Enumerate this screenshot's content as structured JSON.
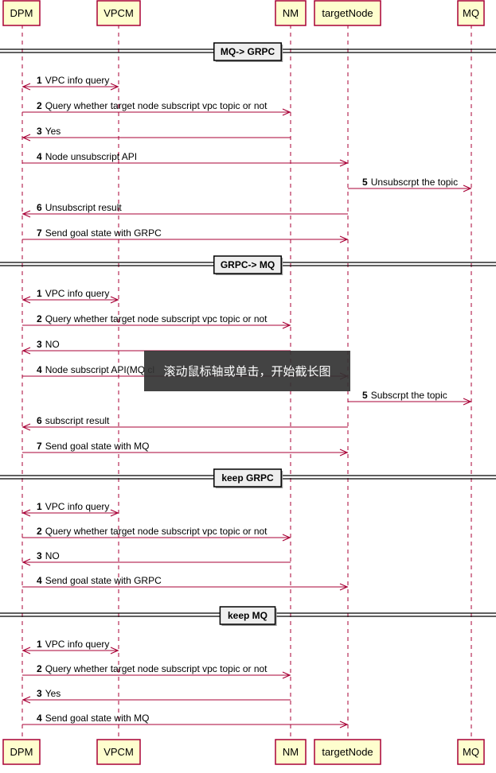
{
  "participants": [
    {
      "id": "DPM",
      "label": "DPM"
    },
    {
      "id": "VPCM",
      "label": "VPCM"
    },
    {
      "id": "NM",
      "label": "NM"
    },
    {
      "id": "targetNode",
      "label": "targetNode"
    },
    {
      "id": "MQ",
      "label": "MQ"
    }
  ],
  "groups": [
    {
      "title": "MQ-> GRPC",
      "messages": [
        {
          "num": "1",
          "text": "VPC info query",
          "from": "DPM",
          "to": "VPCM",
          "both": true
        },
        {
          "num": "2",
          "text": "Query whether target node subscript vpc topic or not",
          "from": "DPM",
          "to": "NM"
        },
        {
          "num": "3",
          "text": "Yes",
          "from": "NM",
          "to": "DPM"
        },
        {
          "num": "4",
          "text": "Node unsubscript API",
          "from": "DPM",
          "to": "targetNode"
        },
        {
          "num": "5",
          "text": "Unsubscrpt the topic",
          "from": "targetNode",
          "to": "MQ"
        },
        {
          "num": "6",
          "text": "Unsubscript result",
          "from": "targetNode",
          "to": "DPM"
        },
        {
          "num": "7",
          "text": "Send goal state with GRPC",
          "from": "DPM",
          "to": "targetNode"
        }
      ]
    },
    {
      "title": "GRPC-> MQ",
      "messages": [
        {
          "num": "1",
          "text": "VPC info query",
          "from": "DPM",
          "to": "VPCM",
          "both": true
        },
        {
          "num": "2",
          "text": "Query whether target node subscript vpc topic or not",
          "from": "DPM",
          "to": "NM"
        },
        {
          "num": "3",
          "text": "NO",
          "from": "NM",
          "to": "DPM"
        },
        {
          "num": "4",
          "text": "Node subscript API(MQ cl",
          "from": "DPM",
          "to": "targetNode"
        },
        {
          "num": "5",
          "text": "Subscrpt the topic",
          "from": "targetNode",
          "to": "MQ"
        },
        {
          "num": "6",
          "text": "subscript result",
          "from": "targetNode",
          "to": "DPM"
        },
        {
          "num": "7",
          "text": "Send goal state with MQ",
          "from": "DPM",
          "to": "targetNode"
        }
      ]
    },
    {
      "title": "keep GRPC",
      "messages": [
        {
          "num": "1",
          "text": "VPC info query",
          "from": "DPM",
          "to": "VPCM",
          "both": true
        },
        {
          "num": "2",
          "text": "Query whether target node subscript vpc topic or not",
          "from": "DPM",
          "to": "NM"
        },
        {
          "num": "3",
          "text": "NO",
          "from": "NM",
          "to": "DPM"
        },
        {
          "num": "4",
          "text": "Send goal state with GRPC",
          "from": "DPM",
          "to": "targetNode"
        }
      ]
    },
    {
      "title": "keep MQ",
      "messages": [
        {
          "num": "1",
          "text": "VPC info query",
          "from": "DPM",
          "to": "VPCM",
          "both": true
        },
        {
          "num": "2",
          "text": "Query whether target node subscript vpc topic or not",
          "from": "DPM",
          "to": "NM"
        },
        {
          "num": "3",
          "text": "Yes",
          "from": "NM",
          "to": "DPM"
        },
        {
          "num": "4",
          "text": "Send goal state with MQ",
          "from": "DPM",
          "to": "targetNode"
        }
      ]
    }
  ],
  "overlay_text": "滚动鼠标轴或单击，开始截长图",
  "colors": {
    "participant_fill": "#FEFECE",
    "participant_border": "#A80036",
    "arrow": "#A80036",
    "lifeline": "#A80036",
    "divider_fill": "#EEEEEE"
  }
}
